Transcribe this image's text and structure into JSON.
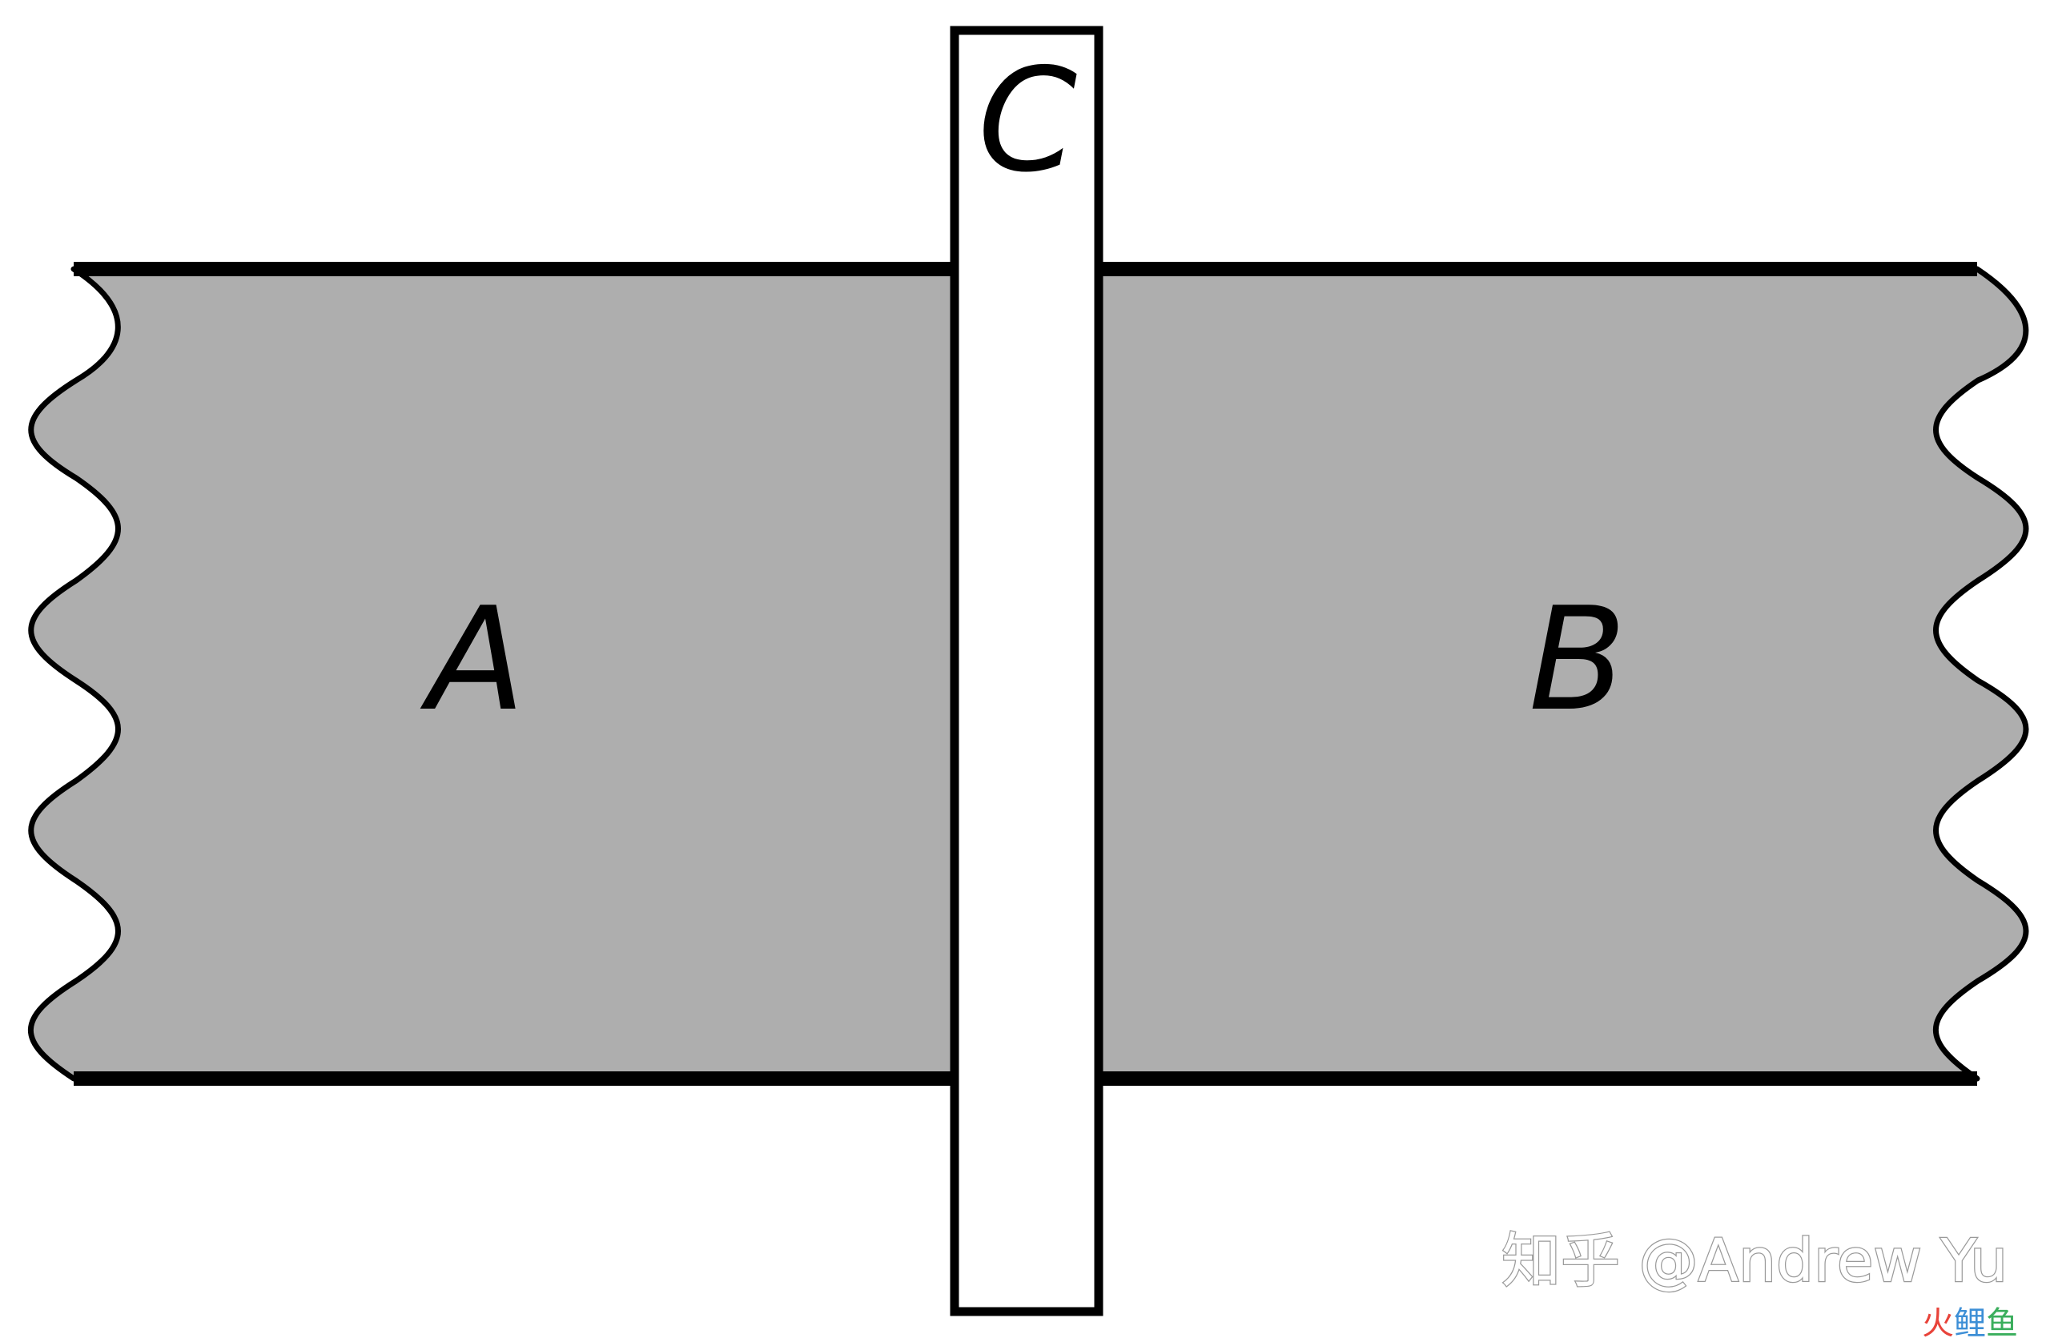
{
  "diagram": {
    "labels": {
      "left_region": "A",
      "right_region": "B",
      "separator": "C"
    },
    "colors": {
      "region_fill": "#aeaeae",
      "outline": "#000000",
      "separator_fill": "#ffffff"
    }
  },
  "watermark": {
    "text": "知乎 @Andrew Yu"
  },
  "logo": {
    "char_1": "火",
    "char_2": "鲤",
    "char_3": "鱼",
    "colors": [
      "#e8433a",
      "#3d8fd6",
      "#3aae5c"
    ]
  }
}
